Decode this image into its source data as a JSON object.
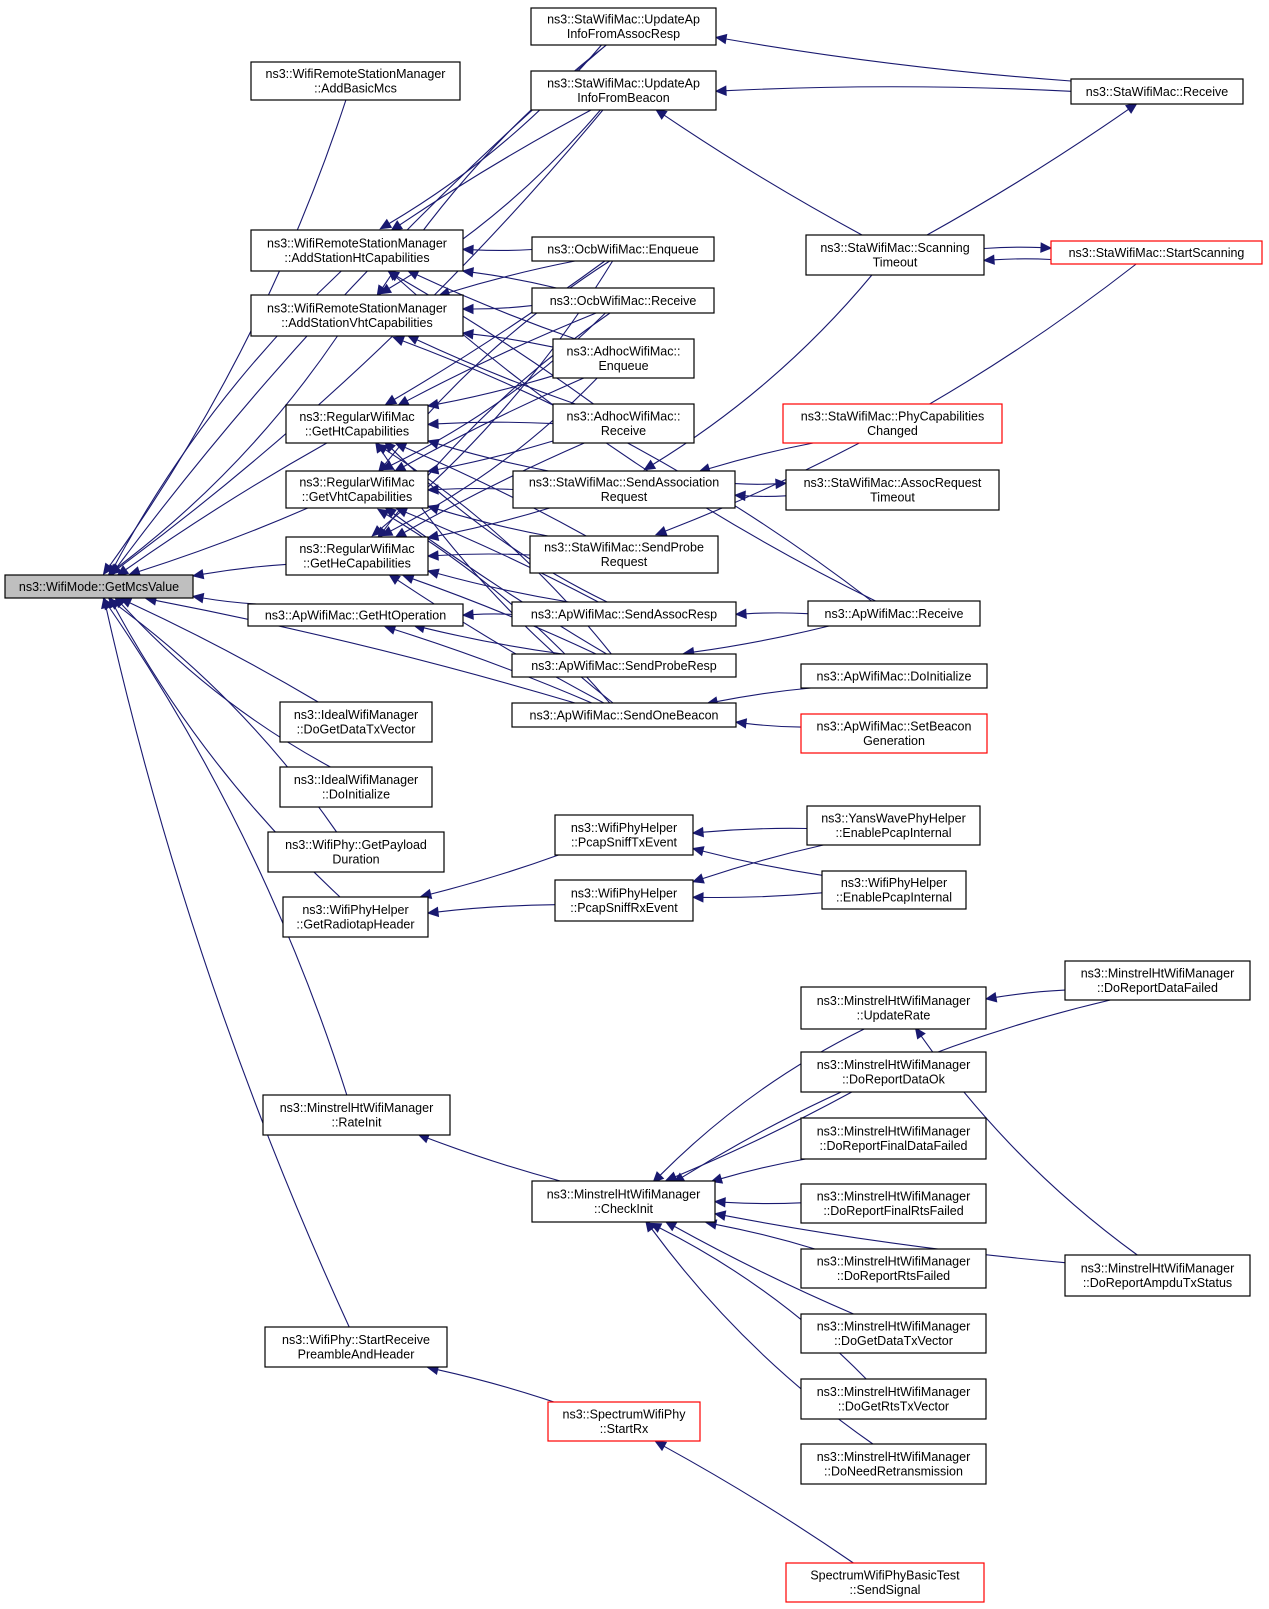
{
  "graph": {
    "title": "",
    "nodes": [
      {
        "id": "n0",
        "lines": [
          "ns3::WifiMode::GetMcsValue"
        ],
        "style": "focus"
      },
      {
        "id": "n1",
        "lines": [
          "ns3::WifiRemoteStationManager",
          "::AddBasicMcs"
        ]
      },
      {
        "id": "n2",
        "lines": [
          "ns3::WifiRemoteStationManager",
          "::AddStationHtCapabilities"
        ]
      },
      {
        "id": "n3",
        "lines": [
          "ns3::WifiRemoteStationManager",
          "::AddStationVhtCapabilities"
        ]
      },
      {
        "id": "n4",
        "lines": [
          "ns3::RegularWifiMac",
          "::GetHtCapabilities"
        ]
      },
      {
        "id": "n5",
        "lines": [
          "ns3::RegularWifiMac",
          "::GetVhtCapabilities"
        ]
      },
      {
        "id": "n6",
        "lines": [
          "ns3::RegularWifiMac",
          "::GetHeCapabilities"
        ]
      },
      {
        "id": "n7",
        "lines": [
          "ns3::ApWifiMac::GetHtOperation"
        ]
      },
      {
        "id": "n8",
        "lines": [
          "ns3::IdealWifiManager",
          "::DoGetDataTxVector"
        ]
      },
      {
        "id": "n9",
        "lines": [
          "ns3::IdealWifiManager",
          "::DoInitialize"
        ]
      },
      {
        "id": "n10",
        "lines": [
          "ns3::WifiPhy::GetPayload",
          "Duration"
        ]
      },
      {
        "id": "n11",
        "lines": [
          "ns3::WifiPhyHelper",
          "::GetRadiotapHeader"
        ]
      },
      {
        "id": "n12",
        "lines": [
          "ns3::MinstrelHtWifiManager",
          "::RateInit"
        ]
      },
      {
        "id": "n13",
        "lines": [
          "ns3::WifiPhy::StartReceive",
          "PreambleAndHeader"
        ]
      },
      {
        "id": "n14",
        "lines": [
          "ns3::StaWifiMac::UpdateAp",
          "InfoFromAssocResp"
        ]
      },
      {
        "id": "n15",
        "lines": [
          "ns3::StaWifiMac::UpdateAp",
          "InfoFromBeacon"
        ]
      },
      {
        "id": "n16",
        "lines": [
          "ns3::OcbWifiMac::Enqueue"
        ]
      },
      {
        "id": "n17",
        "lines": [
          "ns3::OcbWifiMac::Receive"
        ]
      },
      {
        "id": "n18",
        "lines": [
          "ns3::AdhocWifiMac::",
          "Enqueue"
        ]
      },
      {
        "id": "n19",
        "lines": [
          "ns3::AdhocWifiMac::",
          "Receive"
        ]
      },
      {
        "id": "n20",
        "lines": [
          "ns3::StaWifiMac::SendAssociation",
          "Request"
        ]
      },
      {
        "id": "n21",
        "lines": [
          "ns3::StaWifiMac::SendProbe",
          "Request"
        ]
      },
      {
        "id": "n22",
        "lines": [
          "ns3::ApWifiMac::SendAssocResp"
        ]
      },
      {
        "id": "n23",
        "lines": [
          "ns3::ApWifiMac::SendProbeResp"
        ]
      },
      {
        "id": "n24",
        "lines": [
          "ns3::ApWifiMac::SendOneBeacon"
        ]
      },
      {
        "id": "n25",
        "lines": [
          "ns3::WifiPhyHelper",
          "::PcapSniffTxEvent"
        ]
      },
      {
        "id": "n26",
        "lines": [
          "ns3::WifiPhyHelper",
          "::PcapSniffRxEvent"
        ]
      },
      {
        "id": "n27",
        "lines": [
          "ns3::MinstrelHtWifiManager",
          "::CheckInit"
        ]
      },
      {
        "id": "n28",
        "lines": [
          "ns3::SpectrumWifiPhy",
          "::StartRx"
        ],
        "style": "red"
      },
      {
        "id": "n29",
        "lines": [
          "ns3::StaWifiMac::Receive"
        ]
      },
      {
        "id": "n30",
        "lines": [
          "ns3::StaWifiMac::Scanning",
          "Timeout"
        ]
      },
      {
        "id": "n31",
        "lines": [
          "ns3::StaWifiMac::StartScanning"
        ],
        "style": "red"
      },
      {
        "id": "n32",
        "lines": [
          "ns3::StaWifiMac::PhyCapabilities",
          "Changed"
        ],
        "style": "red"
      },
      {
        "id": "n33",
        "lines": [
          "ns3::StaWifiMac::AssocRequest",
          "Timeout"
        ]
      },
      {
        "id": "n34",
        "lines": [
          "ns3::ApWifiMac::Receive"
        ]
      },
      {
        "id": "n35",
        "lines": [
          "ns3::ApWifiMac::DoInitialize"
        ]
      },
      {
        "id": "n36",
        "lines": [
          "ns3::ApWifiMac::SetBeacon",
          "Generation"
        ],
        "style": "red"
      },
      {
        "id": "n37",
        "lines": [
          "ns3::YansWavePhyHelper",
          "::EnablePcapInternal"
        ]
      },
      {
        "id": "n38",
        "lines": [
          "ns3::WifiPhyHelper",
          "::EnablePcapInternal"
        ]
      },
      {
        "id": "n39",
        "lines": [
          "ns3::MinstrelHtWifiManager",
          "::UpdateRate"
        ]
      },
      {
        "id": "n40",
        "lines": [
          "ns3::MinstrelHtWifiManager",
          "::DoReportDataOk"
        ]
      },
      {
        "id": "n41",
        "lines": [
          "ns3::MinstrelHtWifiManager",
          "::DoReportFinalDataFailed"
        ]
      },
      {
        "id": "n42",
        "lines": [
          "ns3::MinstrelHtWifiManager",
          "::DoReportFinalRtsFailed"
        ]
      },
      {
        "id": "n43",
        "lines": [
          "ns3::MinstrelHtWifiManager",
          "::DoReportRtsFailed"
        ]
      },
      {
        "id": "n44",
        "lines": [
          "ns3::MinstrelHtWifiManager",
          "::DoGetDataTxVector"
        ]
      },
      {
        "id": "n45",
        "lines": [
          "ns3::MinstrelHtWifiManager",
          "::DoGetRtsTxVector"
        ]
      },
      {
        "id": "n46",
        "lines": [
          "ns3::MinstrelHtWifiManager",
          "::DoNeedRetransmission"
        ]
      },
      {
        "id": "n47",
        "lines": [
          "SpectrumWifiPhyBasicTest",
          "::SendSignal"
        ],
        "style": "red"
      },
      {
        "id": "n48",
        "lines": [
          "ns3::MinstrelHtWifiManager",
          "::DoReportDataFailed"
        ]
      },
      {
        "id": "n49",
        "lines": [
          "ns3::MinstrelHtWifiManager",
          "::DoReportAmpduTxStatus"
        ]
      }
    ],
    "edges": [
      [
        "n1",
        "n0"
      ],
      [
        "n2",
        "n0"
      ],
      [
        "n3",
        "n0"
      ],
      [
        "n4",
        "n0"
      ],
      [
        "n5",
        "n0"
      ],
      [
        "n6",
        "n0"
      ],
      [
        "n7",
        "n0"
      ],
      [
        "n8",
        "n0"
      ],
      [
        "n9",
        "n0"
      ],
      [
        "n10",
        "n0"
      ],
      [
        "n11",
        "n0"
      ],
      [
        "n12",
        "n0"
      ],
      [
        "n13",
        "n0"
      ],
      [
        "n14",
        "n0"
      ],
      [
        "n15",
        "n0"
      ],
      [
        "n24",
        "n0"
      ],
      [
        "n14",
        "n2"
      ],
      [
        "n15",
        "n2"
      ],
      [
        "n16",
        "n2"
      ],
      [
        "n17",
        "n2"
      ],
      [
        "n18",
        "n2"
      ],
      [
        "n19",
        "n2"
      ],
      [
        "n34",
        "n2"
      ],
      [
        "n14",
        "n3"
      ],
      [
        "n15",
        "n3"
      ],
      [
        "n16",
        "n3"
      ],
      [
        "n17",
        "n3"
      ],
      [
        "n18",
        "n3"
      ],
      [
        "n19",
        "n3"
      ],
      [
        "n34",
        "n3"
      ],
      [
        "n16",
        "n4"
      ],
      [
        "n17",
        "n4"
      ],
      [
        "n18",
        "n4"
      ],
      [
        "n19",
        "n4"
      ],
      [
        "n20",
        "n4"
      ],
      [
        "n21",
        "n4"
      ],
      [
        "n22",
        "n4"
      ],
      [
        "n23",
        "n4"
      ],
      [
        "n24",
        "n4"
      ],
      [
        "n16",
        "n5"
      ],
      [
        "n17",
        "n5"
      ],
      [
        "n18",
        "n5"
      ],
      [
        "n19",
        "n5"
      ],
      [
        "n20",
        "n5"
      ],
      [
        "n21",
        "n5"
      ],
      [
        "n22",
        "n5"
      ],
      [
        "n23",
        "n5"
      ],
      [
        "n24",
        "n5"
      ],
      [
        "n16",
        "n6"
      ],
      [
        "n17",
        "n6"
      ],
      [
        "n18",
        "n6"
      ],
      [
        "n19",
        "n6"
      ],
      [
        "n20",
        "n6"
      ],
      [
        "n21",
        "n6"
      ],
      [
        "n22",
        "n6"
      ],
      [
        "n23",
        "n6"
      ],
      [
        "n24",
        "n6"
      ],
      [
        "n22",
        "n7"
      ],
      [
        "n23",
        "n7"
      ],
      [
        "n24",
        "n7"
      ],
      [
        "n25",
        "n11"
      ],
      [
        "n26",
        "n11"
      ],
      [
        "n27",
        "n12"
      ],
      [
        "n28",
        "n13"
      ],
      [
        "n29",
        "n14"
      ],
      [
        "n29",
        "n15"
      ],
      [
        "n30",
        "n15"
      ],
      [
        "n31",
        "n30"
      ],
      [
        "n30",
        "n31"
      ],
      [
        "n30",
        "n29"
      ],
      [
        "n30",
        "n20"
      ],
      [
        "n32",
        "n20"
      ],
      [
        "n33",
        "n20"
      ],
      [
        "n20",
        "n33"
      ],
      [
        "n31",
        "n21"
      ],
      [
        "n34",
        "n22"
      ],
      [
        "n34",
        "n23"
      ],
      [
        "n35",
        "n24"
      ],
      [
        "n36",
        "n24"
      ],
      [
        "n37",
        "n25"
      ],
      [
        "n38",
        "n25"
      ],
      [
        "n37",
        "n26"
      ],
      [
        "n38",
        "n26"
      ],
      [
        "n39",
        "n27"
      ],
      [
        "n40",
        "n27"
      ],
      [
        "n41",
        "n27"
      ],
      [
        "n42",
        "n27"
      ],
      [
        "n43",
        "n27"
      ],
      [
        "n44",
        "n27"
      ],
      [
        "n45",
        "n27"
      ],
      [
        "n46",
        "n27"
      ],
      [
        "n48",
        "n27"
      ],
      [
        "n49",
        "n27"
      ],
      [
        "n48",
        "n39"
      ],
      [
        "n49",
        "n39"
      ],
      [
        "n47",
        "n28"
      ]
    ]
  }
}
